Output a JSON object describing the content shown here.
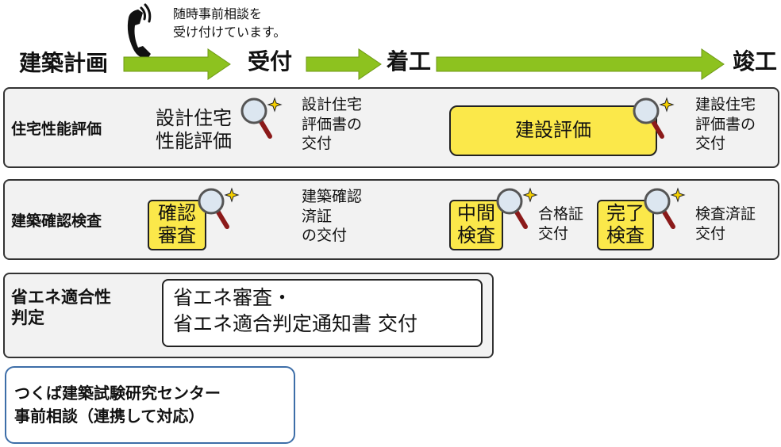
{
  "header": {
    "phone_note": "随時事前相談を\n受け付けています。",
    "stages": {
      "planning": "建築計画",
      "reception": "受付",
      "start": "着工",
      "completion": "竣工"
    }
  },
  "rows": {
    "housing": {
      "label": "住宅性能評価",
      "design_eval": "設計住宅\n性能評価",
      "design_doc": "設計住宅\n評価書の\n交付",
      "construction_eval": "建設評価",
      "construction_doc": "建設住宅\n評価書の\n交付"
    },
    "confirmation": {
      "label": "建築確認検査",
      "review": "確認\n審査",
      "review_doc": "建築確認\n済証\nの交付",
      "interim": "中間\n検査",
      "interim_doc": "合格証\n交付",
      "final": "完了\n検査",
      "final_doc": "検査済証\n交付"
    },
    "energy": {
      "label": "省エネ適合性\n判定",
      "detail": "省エネ審査・\n省エネ適合判定通知書 交付"
    },
    "tsukuba": {
      "label": "つくば建築試験研究センター\n事前相談（連携して対応）"
    }
  },
  "colors": {
    "arrow_green": "#8dc21f",
    "highlight_yellow": "#fbe84a",
    "panel_gray": "#f2f2f2",
    "border_dark": "#333333",
    "tsukuba_border": "#3d6ea8"
  },
  "icons": [
    "phone-icon",
    "magnifier-sparkle-icon"
  ]
}
